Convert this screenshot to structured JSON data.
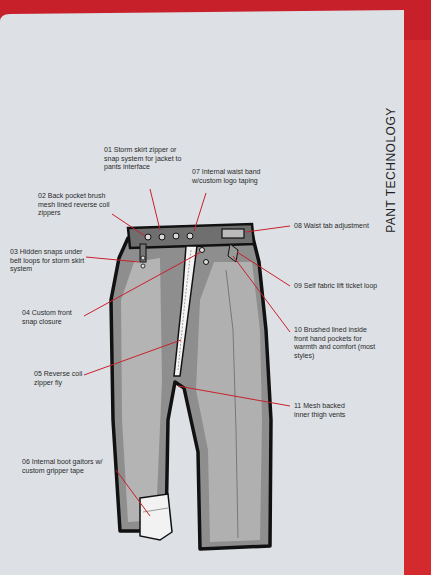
{
  "diagram": {
    "title": "PANT TECHNOLOGY",
    "labels": [
      "01 Storm skirt zipper or snap system for jacket to pants interface",
      "07 Internal waist band w/custom logo taping",
      "02 Back pocket brush mesh lined reverse coil zippers",
      "08 Waist tab adjustment",
      "03 Hidden snaps under belt loops for storm skirt system",
      "09 Self fabric lift ticket loop",
      "04 Custom front snap closure",
      "10 Brushed lined inside front hand pockets for warmth and comfort (most styles)",
      "05 Reverse coil zipper fly",
      "11 Mesh backed inner thigh vents",
      "06 Internal boot gaitors w/ custom gripper tape"
    ]
  }
}
